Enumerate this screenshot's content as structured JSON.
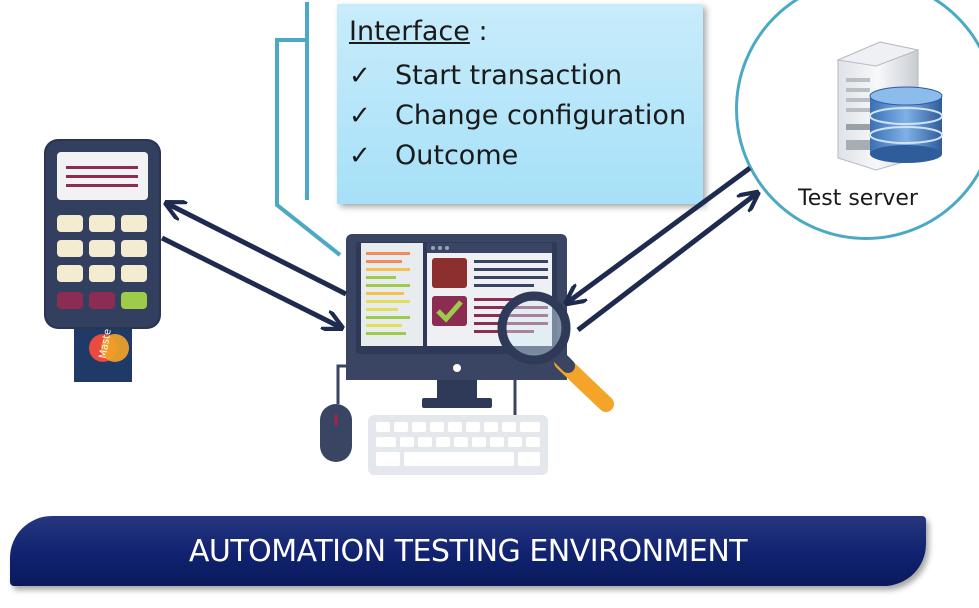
{
  "interface": {
    "title": "Interface",
    "title_suffix": " :",
    "items": [
      "Start transaction",
      "Change configuration",
      "Outcome"
    ]
  },
  "server": {
    "label": "Test server"
  },
  "card": {
    "brand": "Master"
  },
  "banner": {
    "text": "AUTOMATION TESTING ENVIRONMENT"
  },
  "icons": [
    "pos-terminal-icon",
    "computer-icon",
    "magnifier-icon",
    "server-icon",
    "database-icon",
    "mouse-icon",
    "keyboard-icon",
    "checkmark-icon"
  ],
  "colors": {
    "accent": "#4ba9c6",
    "arrow": "#1f2a4f",
    "banner": "#102270",
    "callout": "#b5e6f9"
  }
}
